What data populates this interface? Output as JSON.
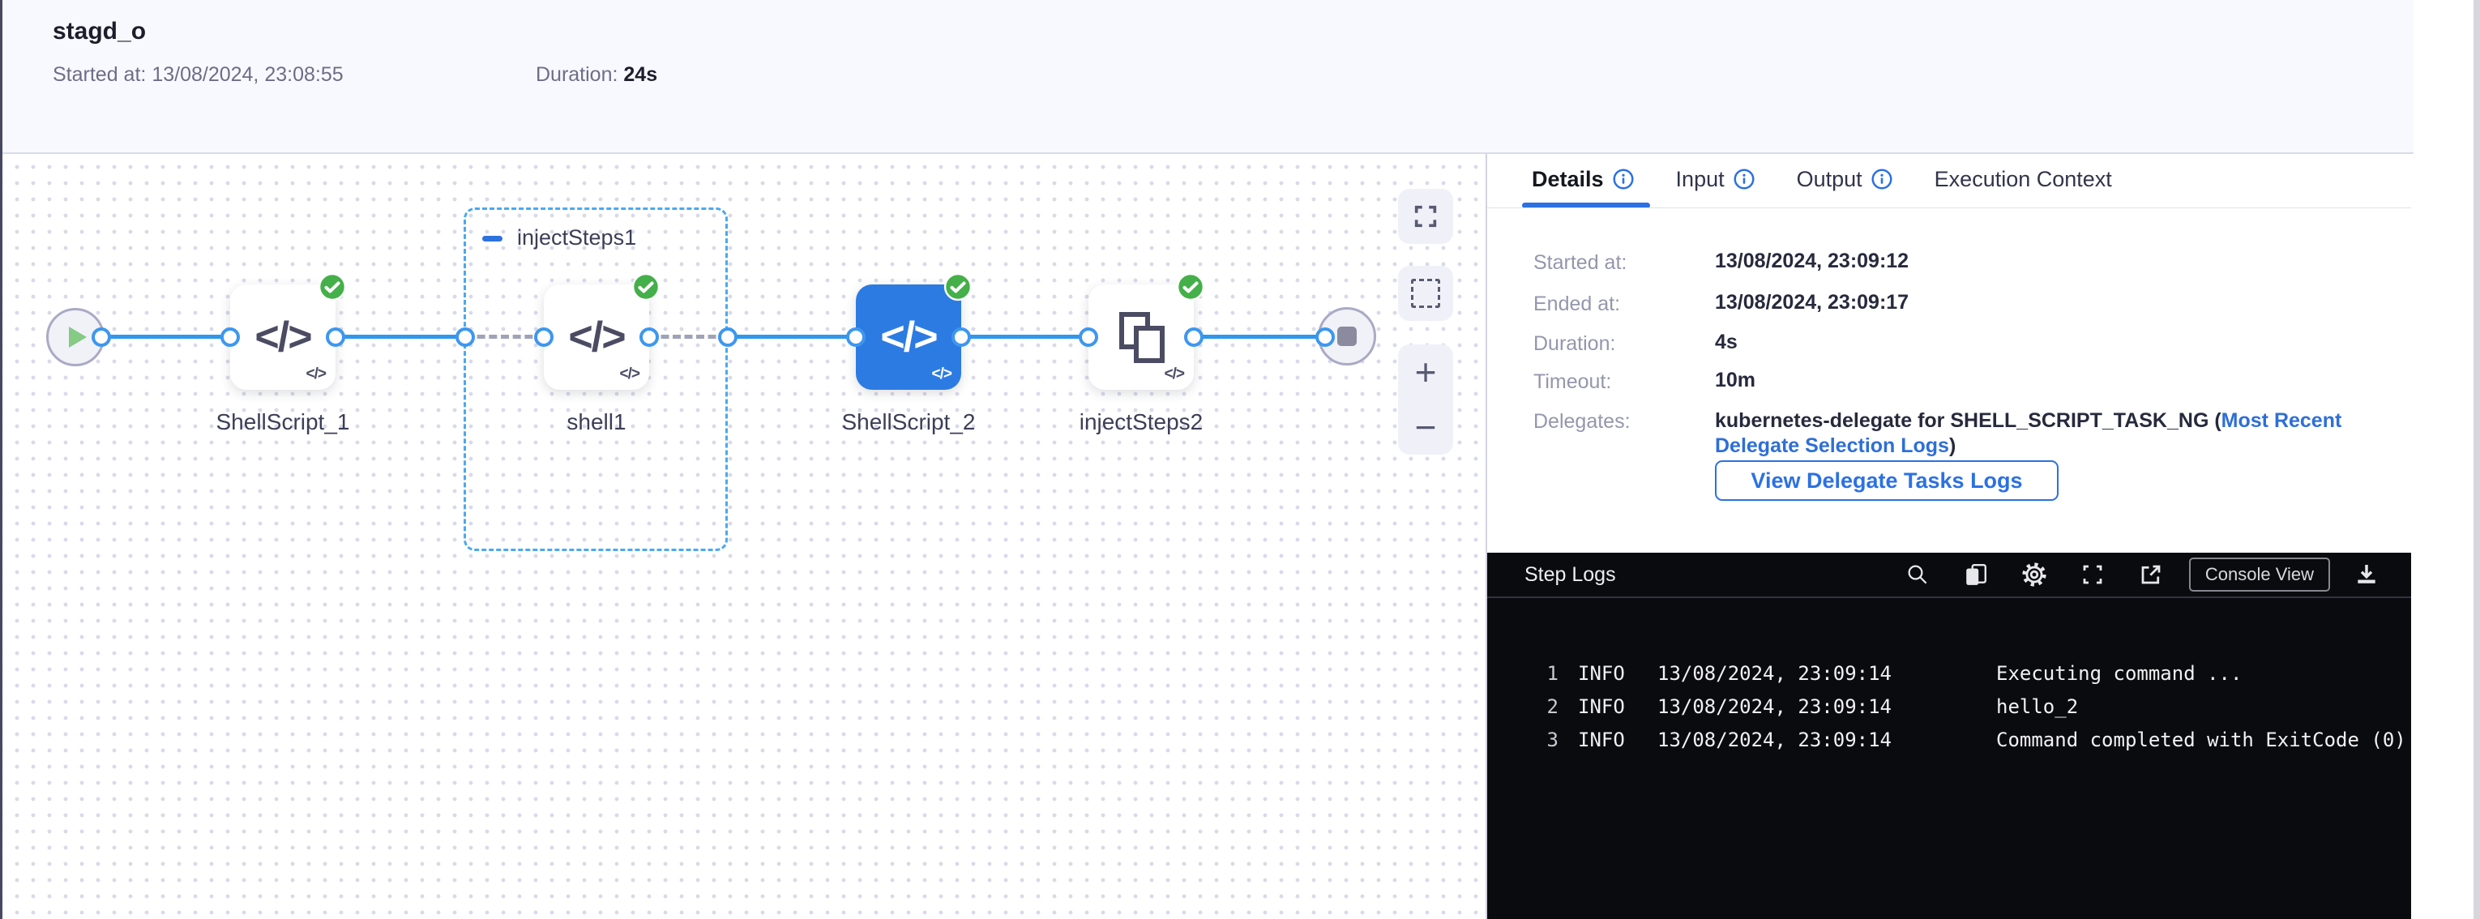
{
  "header": {
    "title": "stagd_o",
    "started_label": "Started at:",
    "started_value": "13/08/2024, 23:08:55",
    "duration_label": "Duration:",
    "duration_value": "24s"
  },
  "pipeline": {
    "code_glyph": "</>",
    "zoom_in_glyph": "+",
    "zoom_out_glyph": "−",
    "group": {
      "label": "injectSteps1"
    },
    "nodes": [
      {
        "label": "ShellScript_1",
        "status": "success"
      },
      {
        "label": "shell1",
        "status": "success"
      },
      {
        "label": "ShellScript_2",
        "status": "success",
        "selected": true
      },
      {
        "label": "injectSteps2",
        "status": "success"
      }
    ]
  },
  "tabs": [
    {
      "label": "Details",
      "active": true,
      "has_info": true
    },
    {
      "label": "Input",
      "has_info": true
    },
    {
      "label": "Output",
      "has_info": true
    },
    {
      "label": "Execution Context",
      "has_info": false
    }
  ],
  "details": {
    "rows": [
      {
        "label": "Started at:",
        "value": "13/08/2024, 23:09:12"
      },
      {
        "label": "Ended at:",
        "value": "13/08/2024, 23:09:17"
      },
      {
        "label": "Duration:",
        "value": "4s"
      },
      {
        "label": "Timeout:",
        "value": "10m"
      }
    ],
    "delegates_label": "Delegates:",
    "delegates_prefix": "kubernetes-delegate for SHELL_SCRIPT_TASK_NG (",
    "delegates_link": "Most Recent Delegate Selection Logs",
    "delegates_suffix": ")",
    "button_label": "View Delegate Tasks Logs"
  },
  "step_logs": {
    "title": "Step Logs",
    "console_view_label": "Console View",
    "lines": [
      {
        "num": "1",
        "level": "INFO",
        "time": "13/08/2024, 23:09:14",
        "message": "Executing command ..."
      },
      {
        "num": "2",
        "level": "INFO",
        "time": "13/08/2024, 23:09:14",
        "message": "hello_2"
      },
      {
        "num": "3",
        "level": "INFO",
        "time": "13/08/2024, 23:09:14",
        "message": "Command completed with ExitCode (0)"
      }
    ]
  },
  "colors": {
    "accent_blue": "#2b71e3",
    "connector_blue": "#2f97ec",
    "success_green": "#45af49",
    "selected_node_blue": "#2c7be2",
    "link_blue": "#2e6fd6",
    "log_background": "#0a0b0f"
  }
}
